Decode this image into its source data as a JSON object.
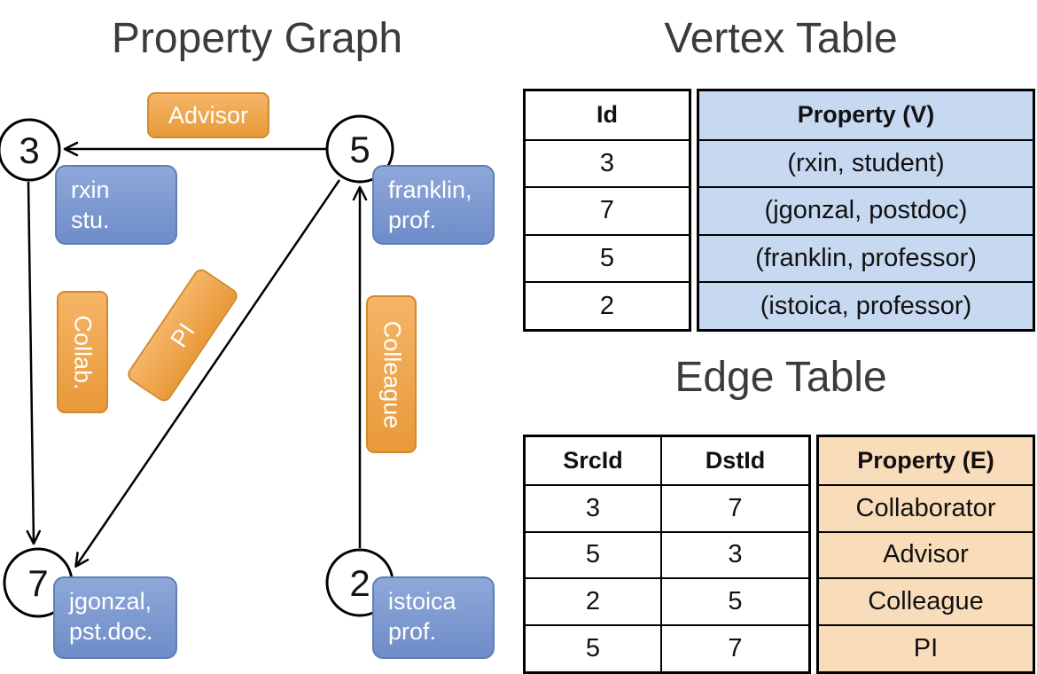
{
  "graph": {
    "title": "Property Graph",
    "vertices": [
      {
        "id": "3",
        "label_line1": "rxin",
        "label_line2": "stu."
      },
      {
        "id": "5",
        "label_line1": "franklin,",
        "label_line2": "prof."
      },
      {
        "id": "7",
        "label_line1": "jgonzal,",
        "label_line2": "pst.doc."
      },
      {
        "id": "2",
        "label_line1": "istoica",
        "label_line2": "prof."
      }
    ],
    "edge_labels": [
      {
        "label": "Advisor"
      },
      {
        "label": "Collab."
      },
      {
        "label": "PI"
      },
      {
        "label": "Colleague"
      }
    ]
  },
  "vertex_table": {
    "title": "Vertex Table",
    "headers": {
      "id": "Id",
      "property": "Property (V)"
    },
    "rows": [
      {
        "id": "3",
        "property": "(rxin, student)"
      },
      {
        "id": "7",
        "property": "(jgonzal, postdoc)"
      },
      {
        "id": "5",
        "property": "(franklin, professor)"
      },
      {
        "id": "2",
        "property": "(istoica, professor)"
      }
    ]
  },
  "edge_table": {
    "title": "Edge Table",
    "headers": {
      "src": "SrcId",
      "dst": "DstId",
      "property": "Property (E)"
    },
    "rows": [
      {
        "src": "3",
        "dst": "7",
        "property": "Collaborator"
      },
      {
        "src": "5",
        "dst": "3",
        "property": "Advisor"
      },
      {
        "src": "2",
        "dst": "5",
        "property": "Colleague"
      },
      {
        "src": "5",
        "dst": "7",
        "property": "PI"
      }
    ]
  },
  "colors": {
    "vertex_box_blue": "#7b97cc",
    "edge_box_orange": "#f0a54e",
    "vertex_table_fill": "#c6d9f0",
    "edge_table_fill": "#f9ddbb",
    "line_black": "#000000"
  }
}
